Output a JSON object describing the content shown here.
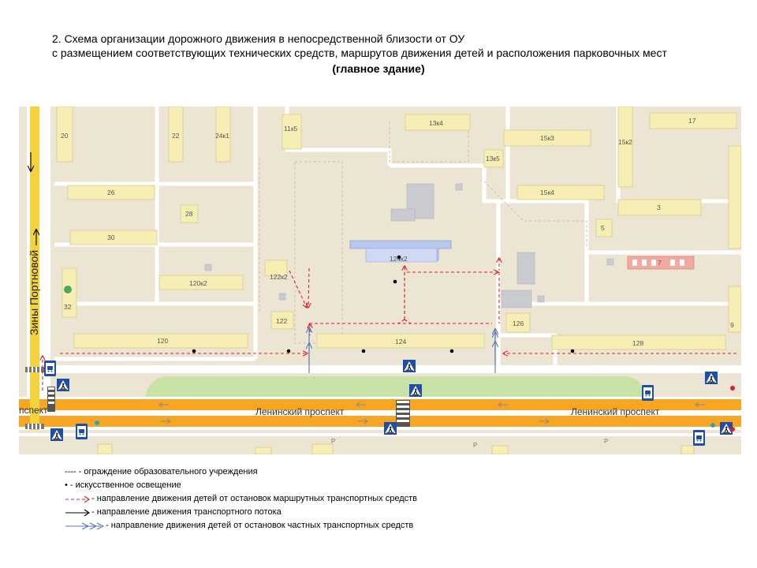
{
  "title": {
    "line1": "2.  Схема организации дорожного движения в непосредственной близости от ОУ",
    "line2": "с размещением соответствующих технических средств, маршрутов движения детей и расположения парковочных мест",
    "line3": "(главное здание)"
  },
  "map": {
    "streets": {
      "portnovoy": "Зины Портновой",
      "leninsky_left": "пспект",
      "leninsky_center": "Ленинский проспект",
      "leninsky_right": "Ленинский проспект"
    },
    "buildings": {
      "b20": "20",
      "b22": "22",
      "b24k1": "24к1",
      "b26": "26",
      "b28": "28",
      "b30": "30",
      "b32": "32",
      "b120k2": "120к2",
      "b122k2": "122к2",
      "b122": "122",
      "b120": "120",
      "b11k5": "11к5",
      "b13k4": "13к4",
      "b13k5": "13к5",
      "b124k2": "124к2",
      "b124": "124",
      "b126": "126",
      "b15k3": "15к3",
      "b15k4": "15к4",
      "b15k2": "15к2",
      "b17": "17",
      "b3": "3",
      "b5": "5",
      "b7": "7",
      "b9": "9",
      "b128": "128"
    },
    "parking_label": "P",
    "colors": {
      "map_bg": "#ede5d3",
      "road_white": "#ffffff",
      "avenue": "#f6a623",
      "avenue_yellow": "#f3d33b",
      "green_strip": "#c9e3a6",
      "building": "#f7eeb5",
      "school": "#b8c7ec",
      "highlight_building": "#f1a9a0",
      "children_bus_route": "#e02020",
      "traffic_flow": "#000000",
      "children_private_route": "#5577bb",
      "sign_blue": "#1d4fa8"
    }
  },
  "legend": {
    "fence": "---- - ограждение образовательного учреждения",
    "lighting": "• - искусственное освещение",
    "bus_route": "- направление движения  детей  от остановок маршрутных транспортных средств",
    "traffic": "- направление движения транспортного потока",
    "private_route": "- направление движения детей  от  остановок частных транспортных средств"
  }
}
